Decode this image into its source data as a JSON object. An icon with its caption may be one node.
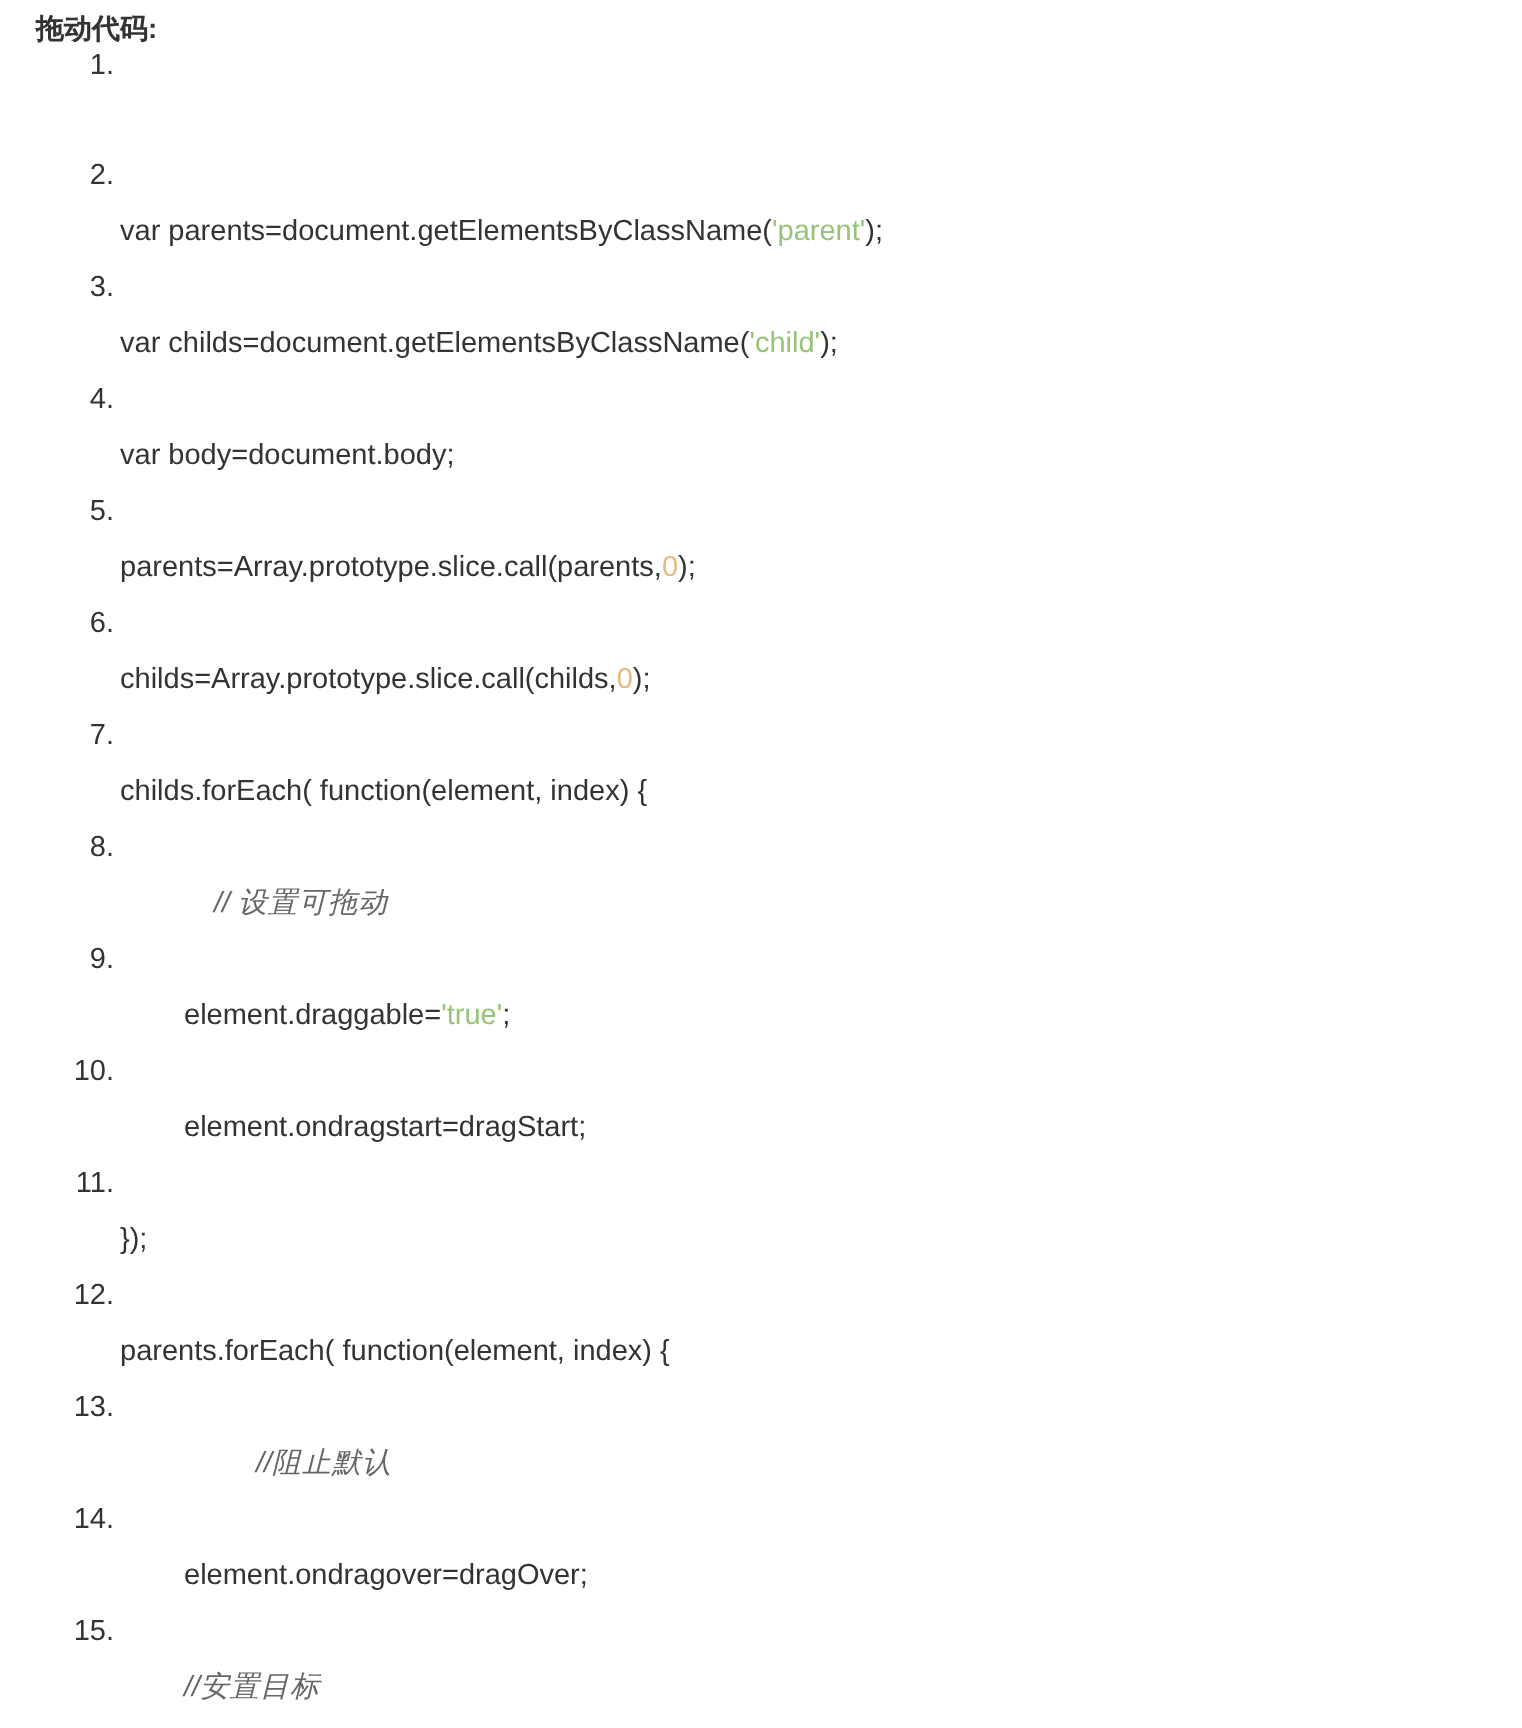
{
  "diagram": {
    "title": "拖动代码:",
    "labels": [
      "1.",
      "2.",
      "var parents=document.getElementsByClassName('parent');",
      "3.",
      "var childs=document.getElementsByClassName('child');",
      "4.",
      "var body=document.body;",
      "5.",
      "parents=Array.prototype.slice.call(parents,0);",
      "6.",
      "childs=Array.prototype.slice.call(childs,0);",
      "7.",
      "childs.forEach( function(element, index) {",
      "8.",
      "// 设置可拖动",
      "9.",
      "element.draggable='true';",
      "10.",
      "element.ondragstart=dragStart;",
      "11.",
      "});",
      "12.",
      "parents.forEach( function(element, index) {",
      "13.",
      "//阻止默认",
      "14.",
      "element.ondragover=dragOver;",
      "15.",
      "//安置目标"
    ]
  }
}
